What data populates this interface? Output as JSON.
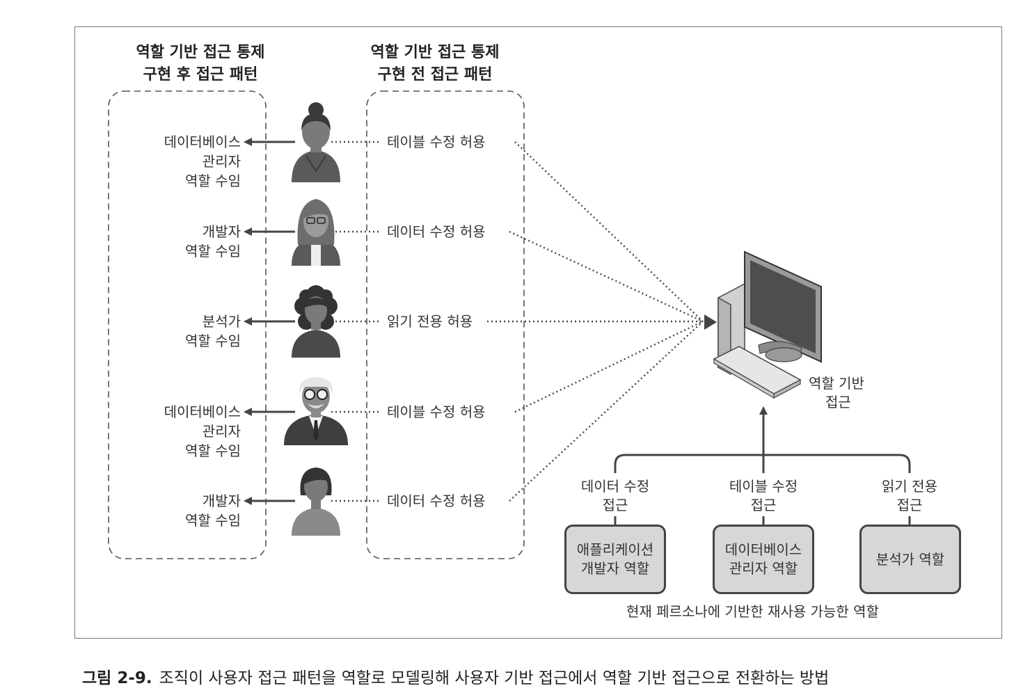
{
  "headings": {
    "after": [
      "역할 기반 접근 통제",
      "구현 후 접근 패턴"
    ],
    "before": [
      "역할 기반 접근 통제",
      "구현 전 접근 패턴"
    ]
  },
  "rows": [
    {
      "role_lines": [
        "데이터베이스",
        "관리자",
        "역할 수임"
      ],
      "permission": "테이블 수정 허용",
      "persona": "woman-bun"
    },
    {
      "role_lines": [
        "개발자",
        "역할 수임"
      ],
      "permission": "데이터 수정 허용",
      "persona": "woman-glasses"
    },
    {
      "role_lines": [
        "분석가",
        "역할 수임"
      ],
      "permission": "읽기 전용 허용",
      "persona": "woman-curly"
    },
    {
      "role_lines": [
        "데이터베이스",
        "관리자",
        "역할 수임"
      ],
      "permission": "테이블 수정 허용",
      "persona": "man-elder-glasses"
    },
    {
      "role_lines": [
        "개발자",
        "역할 수임"
      ],
      "permission": "데이터 수정 허용",
      "persona": "woman-short-hair"
    }
  ],
  "computer_label": [
    "역할 기반",
    "접근"
  ],
  "access_labels": [
    [
      "데이터 수정",
      "접근"
    ],
    [
      "테이블 수정",
      "접근"
    ],
    [
      "읽기 전용",
      "접근"
    ]
  ],
  "role_boxes": [
    [
      "애플리케이션",
      "개발자 역할"
    ],
    [
      "데이터베이스",
      "관리자 역할"
    ],
    [
      "분석가 역할"
    ]
  ],
  "reusable_roles_caption": "현재 페르소나에 기반한 재사용 가능한 역할",
  "figure_caption": {
    "number": "그림 2-9.",
    "text": "조직이 사용자 접근 패턴을 역할로 모델링해 사용자 기반 접근에서 역할 기반 접근으로 전환하는 방법"
  },
  "colors": {
    "person_fill": "#5a5a5a",
    "face_fill": "#7a7a7a",
    "box_fill": "#d7d7d7",
    "line": "#444444"
  }
}
